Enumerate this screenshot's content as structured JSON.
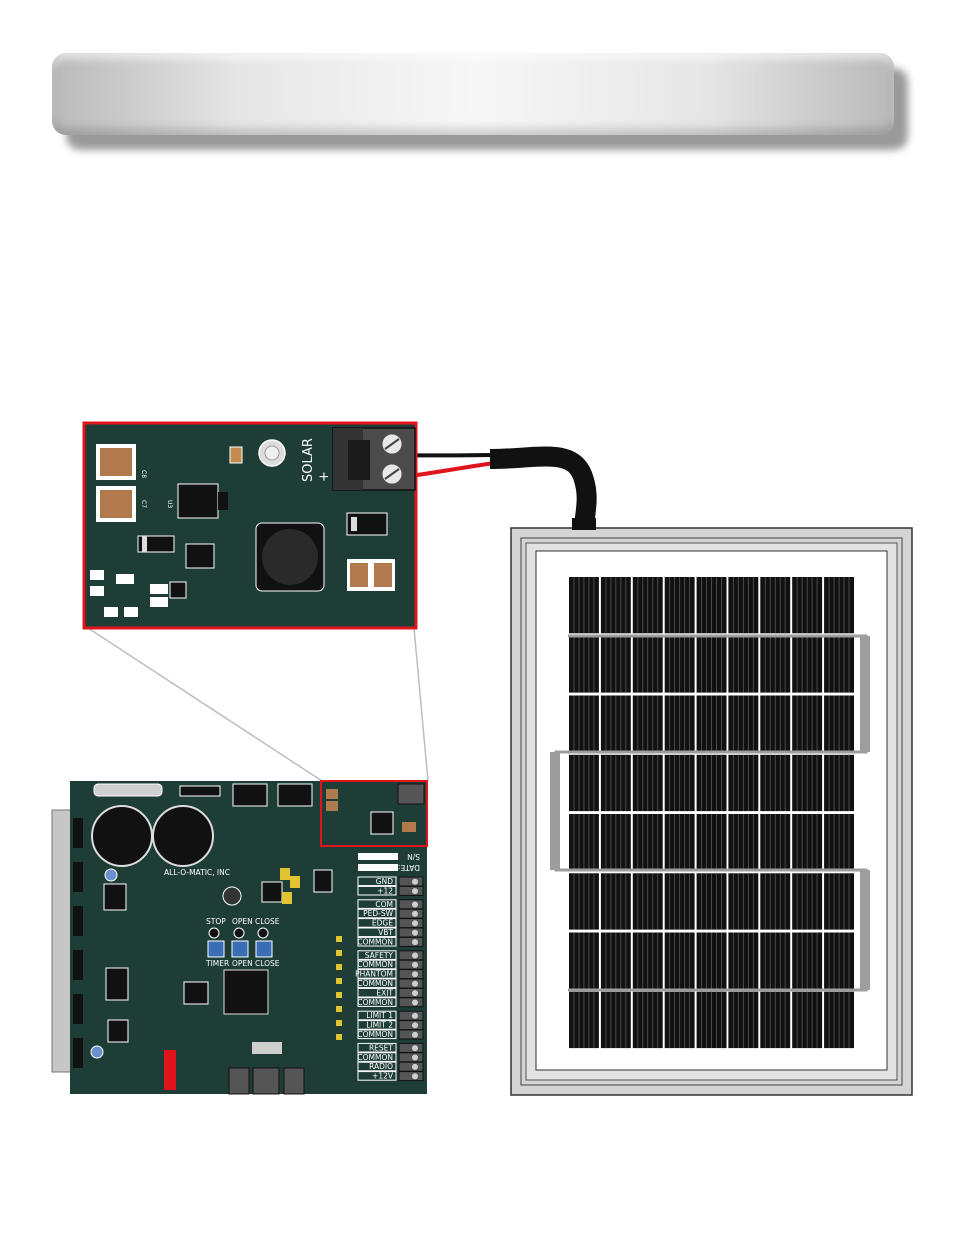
{
  "detail_board": {
    "solar_label": "SOLAR",
    "polarity_label": "+"
  },
  "main_board": {
    "brand_label": "ALL-O-MATIC, INC",
    "serial_label": "S/N",
    "date_label": "DATE:",
    "button_labels": [
      "STOP",
      "OPEN",
      "CLOSE"
    ],
    "pot_labels": [
      "TIMER",
      "OPEN",
      "CLOSE"
    ],
    "terminal_labels": [
      "GND",
      "+12",
      "COM",
      "PED-SW",
      "EDGE",
      "VBT",
      "COMMON",
      "SAFETY",
      "COMMON",
      "PHANTOM",
      "COMMON",
      "EXIT",
      "COMMON",
      "LIMIT 1",
      "LIMIT 2",
      "COMMON",
      "RESET",
      "COMMON",
      "RADIO",
      "+12V"
    ]
  },
  "colors": {
    "pcb_green": "#1e3d37",
    "highlight_red": "#e0141b",
    "cable_black": "#111111",
    "wire_red": "#e0141b",
    "panel_frame": "#d8d8d8",
    "cell_dark": "#111111"
  }
}
